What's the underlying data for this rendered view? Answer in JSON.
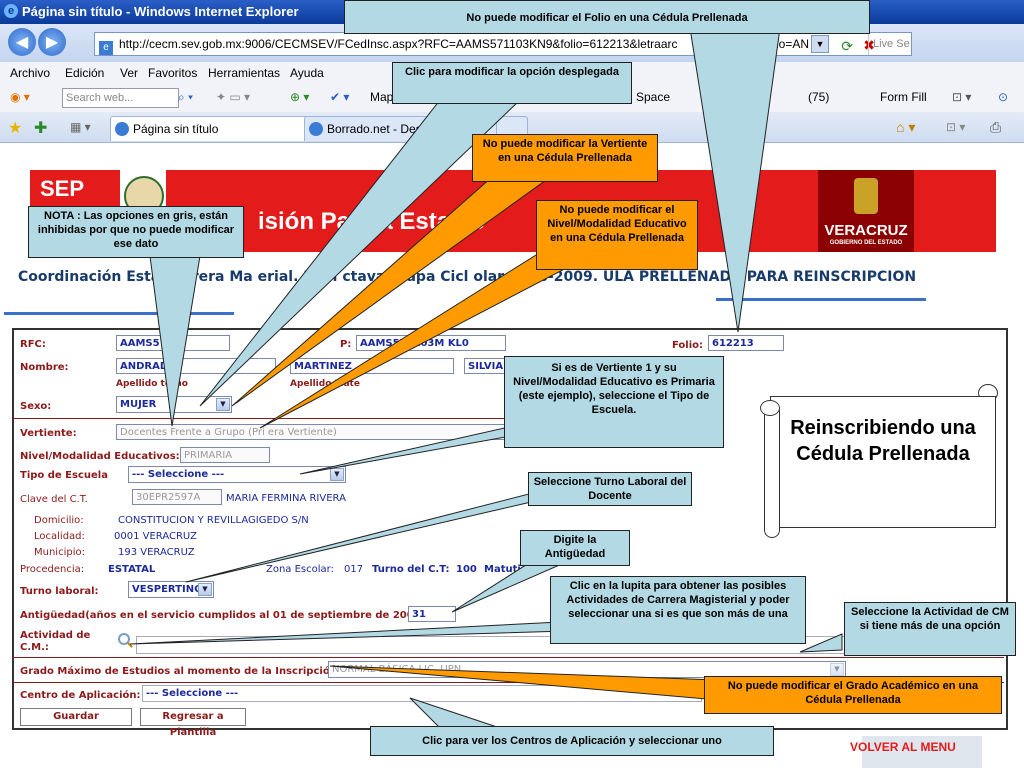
{
  "window": {
    "title": "Página sin título - Windows Internet Explorer",
    "url": "http://cecm.sev.gob.mx:9006/CECMSEV/FCedInsc.aspx?RFC=AAMS571103KN9&folio=612213&letraarc",
    "url_tail": "tOCIA&paterno=AN",
    "live_search": "Live Se"
  },
  "menu": [
    "Archivo",
    "Edición",
    "Ver",
    "Favoritos",
    "Herramientas",
    "Ayuda"
  ],
  "toolbar": {
    "search_placeholder": "Search web...",
    "maps": "Map",
    "space": "Space",
    "count": "(75)",
    "form_fill": "Form Fill"
  },
  "tabs": [
    {
      "label": "Página sin título"
    },
    {
      "label": "Borrado.net - Des..."
    }
  ],
  "banner": {
    "sep": "SEP",
    "title": "isión Pari   ia Esta   de",
    "veracruz": "VERACRUZ",
    "veracruz_sub": "GOBIERNO DEL ESTADO"
  },
  "heading": "Coordinación Esta           Carrera Ma           erial. Deci        ctava Etapa Cicl        olar 2008-2009.         ULA PRELLENADA PARA REINSCRIPCION",
  "form": {
    "rfc_label": "RFC:",
    "rfc_value": "AAMS5       KN9",
    "curp_label": "P:",
    "curp_value": "AAMS571103M       KL0",
    "folio_label": "Folio:",
    "folio_value": "612213",
    "nombre_label": "Nombre:",
    "paterno_value": "ANDRAD",
    "materno_value": "MARTINEZ",
    "nombres_value": "SILVIA",
    "paterno_sub": "Apellido     terno",
    "materno_sub": "Apellido Mate",
    "sexo_label": "Sexo:",
    "sexo_value": "MUJER",
    "vertiente_label": "Vertiente:",
    "vertiente_value": "Docentes Frente a Grupo (Pri       era Vertiente)",
    "nivel_label": "Nivel/Modalidad Educativos:",
    "nivel_value": "PRIMARIA",
    "tipo_label": "Tipo de Escuela",
    "tipo_value": "--- Seleccione ---",
    "clave_label": "Clave del C.T.",
    "clave_value": "30EPR2597A",
    "escuela_name": "MARIA FERMINA RIVERA",
    "domicilio_label": "Domicilio:",
    "domicilio_value": "CONSTITUCION Y REVILLAGIGEDO S/N",
    "localidad_label": "Localidad:",
    "localidad_value": "0001 VERACRUZ",
    "municipio_label": "Municipio:",
    "municipio_value": "193 VERACRUZ",
    "procedencia_label": "Procedencia:",
    "procedencia_value": "ESTATAL",
    "zona_label": "Zona Escolar:",
    "zona_value": "017",
    "turno_ct_label": "Turno del C.T:",
    "turno_ct_value": "100",
    "turno_ct_text": "Matutin",
    "turno_label": "Turno laboral:",
    "turno_value": "VESPERTINC",
    "antig_label": "Antigüedad(años en el servicio cumplidos al 01 de septiembre de 2008):",
    "antig_value": "31",
    "actividad_label_1": "Actividad de",
    "actividad_label_2": "C.M.:",
    "grado_label": "Grado Máximo de Estudios al momento de la Inscripción:",
    "grado_value": "NORMAL BÁSICA LIC. UPN",
    "centro_label": "Centro de Aplicación:",
    "centro_value": "--- Seleccione ---",
    "guardar": "Guardar",
    "regresar": "Regresar a Plantilla"
  },
  "callouts": {
    "folio": "No puede modificar el Folio en una Cédula Prellenada",
    "desplegada": "Clic para modificar la opción desplegada",
    "vertiente": "No puede modificar la Vertiente en una Cédula Prellenada",
    "nivel": "No puede modificar el Nivel/Modalidad Educativo en una Cédula Prellenada",
    "nota": "NOTA : Las opciones en gris, están inhibidas por que no puede modificar ese dato",
    "tipo": "Si es de Vertiente 1 y su Nivel/Modalidad Educativo es Primaria (este ejemplo), seleccione el Tipo de Escuela.",
    "turno": "Seleccione Turno Laboral del Docente",
    "antig": "Digite la Antigüedad",
    "lupa": "Clic en la lupita para obtener las posibles Actividades de Carrera Magisterial y poder seleccionar una si es que son más de una",
    "actividad": "Seleccione la Actividad de CM si tiene más de una opción",
    "grado": "No puede modificar el Grado Académico en una Cédula Prellenada",
    "centros": "Clic para ver los Centros de Aplicación y seleccionar uno",
    "reinscribiendo": "Reinscribiendo una Cédula Prellenada",
    "volver": "VOLVER AL MENU"
  }
}
